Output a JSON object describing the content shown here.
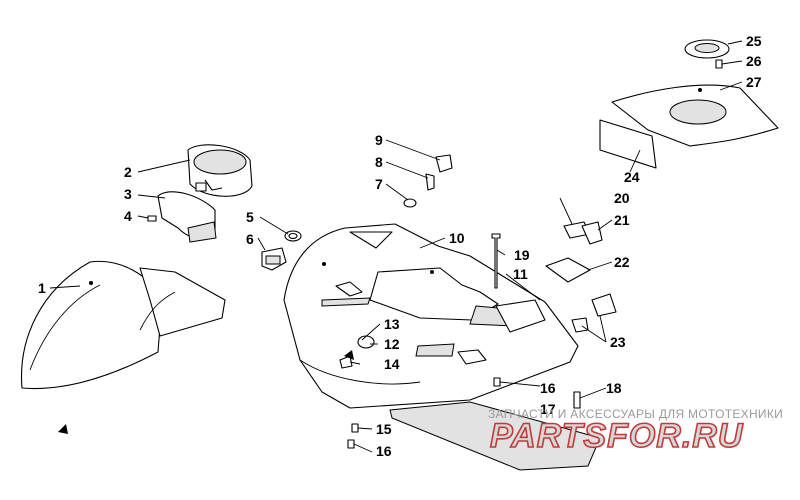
{
  "callouts": {
    "c1": "1",
    "c2": "2",
    "c3": "3",
    "c4": "4",
    "c5": "5",
    "c6": "6",
    "c7": "7",
    "c8": "8",
    "c9": "9",
    "c10": "10",
    "c11": "11",
    "c12": "12",
    "c13": "13",
    "c14": "14",
    "c15": "15",
    "c16a": "16",
    "c16b": "16",
    "c17": "17",
    "c18": "18",
    "c19": "19",
    "c20": "20",
    "c21": "21",
    "c22": "22",
    "c23": "23",
    "c24": "24",
    "c25": "25",
    "c26": "26",
    "c27": "27"
  },
  "watermark": {
    "caption": "ЗАПЧАСТИ И АКСЕССУАРЫ ДЛЯ МОТОТЕХНИКИ",
    "logo": "PARTSFOR.RU"
  },
  "colors": {
    "line": "#000000",
    "watermark_text": "#9a9a9a",
    "logo_fill": "#d7d7d7",
    "logo_outline": "#c23a3a"
  }
}
